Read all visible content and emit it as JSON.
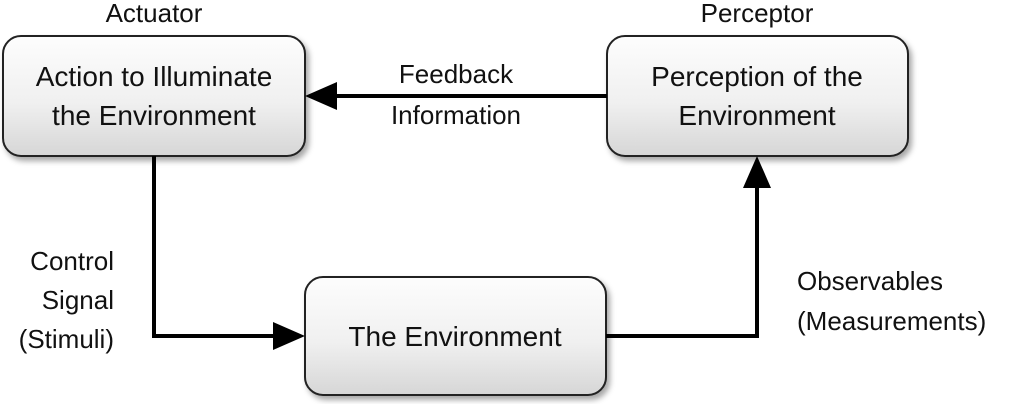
{
  "nodes": {
    "actuator": {
      "role_label": "Actuator",
      "line1": "Action to Illuminate",
      "line2": "the Environment"
    },
    "perceptor": {
      "role_label": "Perceptor",
      "line1": "Perception of the",
      "line2": "Environment"
    },
    "environment": {
      "line1": "The Environment"
    }
  },
  "edges": {
    "feedback": {
      "line1": "Feedback",
      "line2": "Information"
    },
    "control": {
      "line1": "Control",
      "line2": "Signal",
      "line3": "(Stimuli)"
    },
    "observables": {
      "line1": "Observables",
      "line2": "(Measurements)"
    }
  },
  "colors": {
    "box_fill_top": "#fdfdfd",
    "box_fill_bottom": "#d6d6d6",
    "box_stroke": "#222222",
    "arrow": "#000000"
  }
}
